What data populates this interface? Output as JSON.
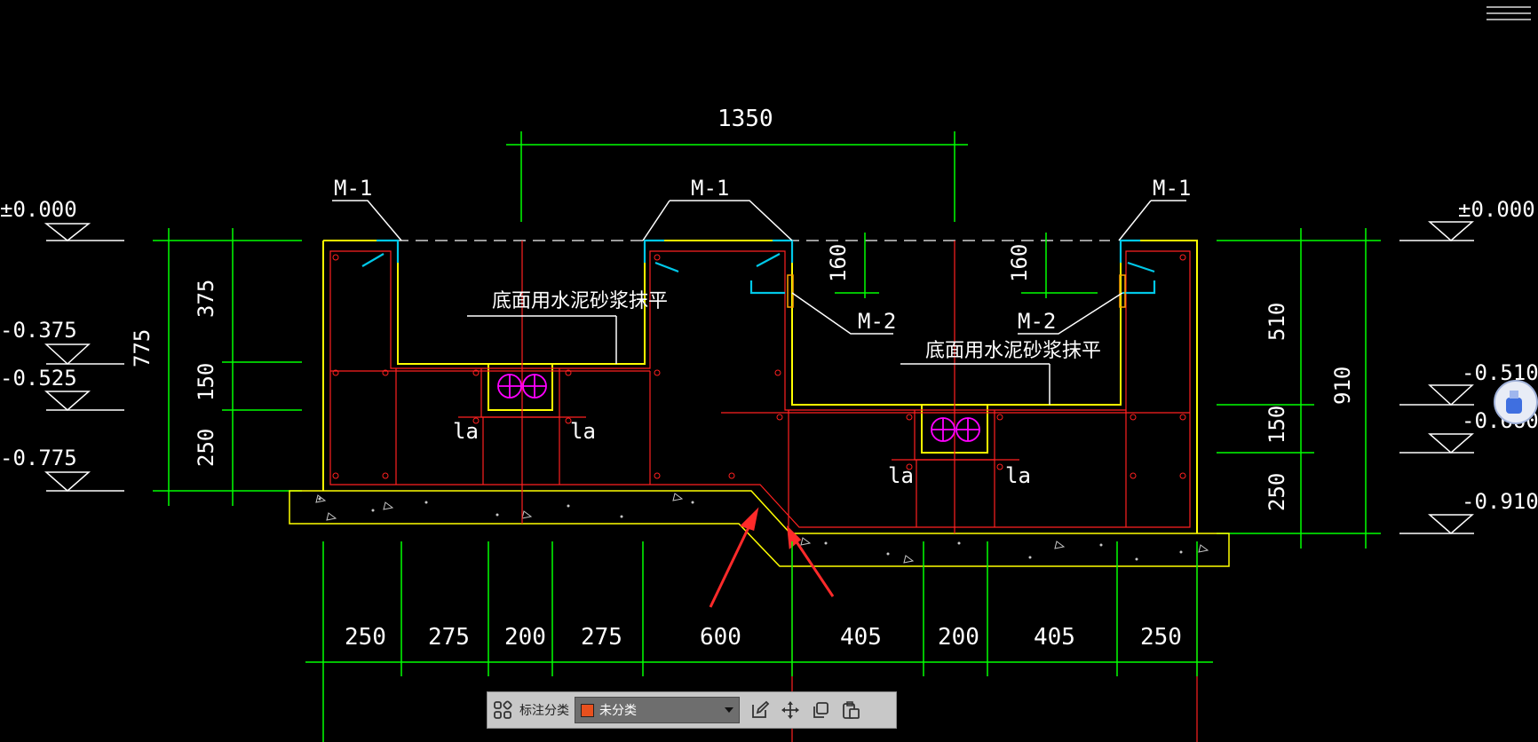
{
  "dims_top": {
    "overall": "1350"
  },
  "tags": {
    "m1": "M-1",
    "m2": "M-2",
    "la": "la"
  },
  "notes": {
    "mortar": "底面用水泥砂浆抹平"
  },
  "left_elevations": [
    "±0.000",
    "-0.375",
    "-0.525",
    "-0.775"
  ],
  "left_dims": {
    "total": "775",
    "d1": "375",
    "d2": "150",
    "d3": "250"
  },
  "right_elevations": [
    "±0.000",
    "-0.510",
    "-0.660",
    "-0.910"
  ],
  "right_dims": {
    "total": "910",
    "d1": "510",
    "d2": "150",
    "d3": "250"
  },
  "inner_dims": {
    "a": "160",
    "b": "160"
  },
  "bottom_dims": [
    "250",
    "275",
    "200",
    "275",
    "600",
    "405",
    "200",
    "405",
    "250"
  ],
  "toolbar": {
    "label": "标注分类",
    "select_value": "未分类",
    "swatch_color": "#e8501e",
    "icons": [
      "grid-icon",
      "edit-icon",
      "move-icon",
      "copy-icon",
      "paste-icon"
    ]
  },
  "colors": {
    "dim": "#00ff00",
    "outline": "#ffff00",
    "rebar": "#ff2020",
    "stirrup": "#00c8e8",
    "pipe": "#ff00ff",
    "arrow": "#ff2a2a"
  }
}
